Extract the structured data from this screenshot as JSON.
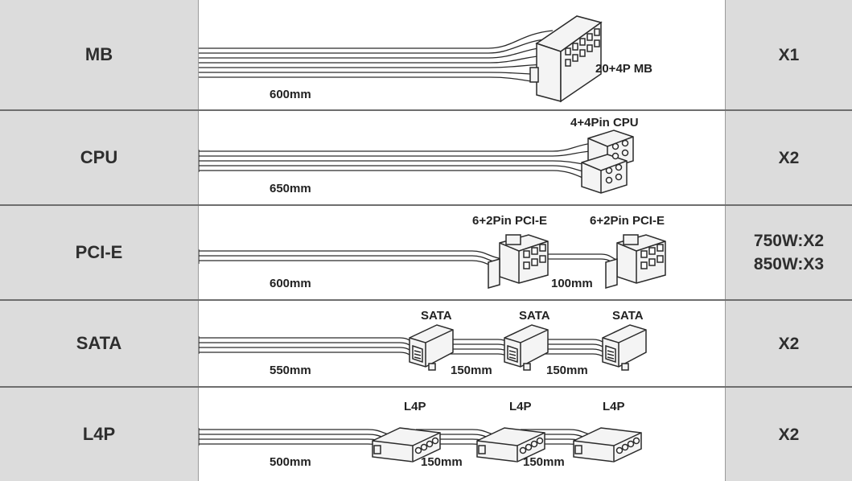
{
  "rows": [
    {
      "name": "MB",
      "connectors": [
        "20+4P MB"
      ],
      "lengths": [
        "600mm"
      ],
      "quantity": [
        "X1"
      ]
    },
    {
      "name": "CPU",
      "connectors": [
        "4+4Pin CPU"
      ],
      "lengths": [
        "650mm"
      ],
      "quantity": [
        "X2"
      ]
    },
    {
      "name": "PCI-E",
      "connectors": [
        "6+2Pin PCI-E",
        "6+2Pin PCI-E"
      ],
      "lengths": [
        "600mm",
        "100mm"
      ],
      "quantity": [
        "750W:X2",
        "850W:X3"
      ]
    },
    {
      "name": "SATA",
      "connectors": [
        "SATA",
        "SATA",
        "SATA"
      ],
      "lengths": [
        "550mm",
        "150mm",
        "150mm"
      ],
      "quantity": [
        "X2"
      ]
    },
    {
      "name": "L4P",
      "connectors": [
        "L4P",
        "L4P",
        "L4P"
      ],
      "lengths": [
        "500mm",
        "150mm",
        "150mm"
      ],
      "quantity": [
        "X2"
      ]
    }
  ],
  "colors": {
    "background": "#dcdcdc",
    "cable_cell": "#ffffff",
    "stroke": "#2a2a2a",
    "divider": "#6e6e6e"
  }
}
